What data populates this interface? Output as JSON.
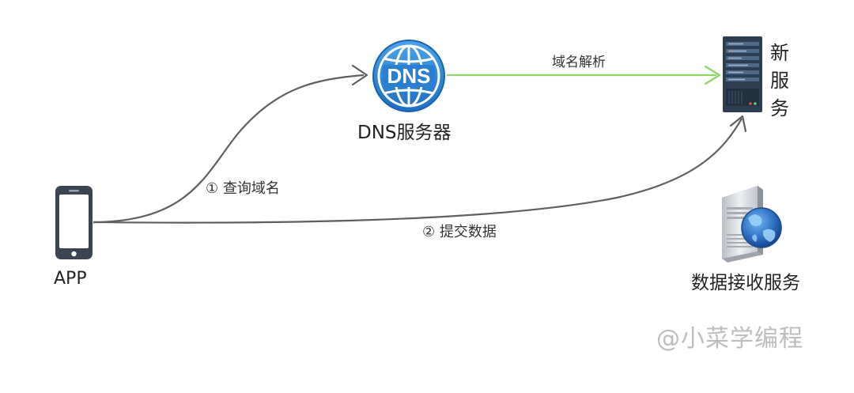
{
  "nodes": {
    "app": {
      "label": "APP"
    },
    "dns": {
      "label": "DNS服务器",
      "icon_text": "DNS",
      "icon": "globe-icon"
    },
    "new_service": {
      "label": "新服务",
      "icon": "server-rack-icon"
    },
    "receive_service": {
      "label": "数据接收服务",
      "icon": "web-server-globe-icon"
    }
  },
  "edges": {
    "query": {
      "label": "① 查询域名",
      "color": "#5f5f5f"
    },
    "submit": {
      "label": "② 提交数据",
      "color": "#5f5f5f"
    },
    "resolve": {
      "label": "域名解析",
      "color": "#8ed66a"
    }
  },
  "watermark": "@小菜学编程",
  "colors": {
    "dns_blue": "#2a7fd1",
    "server_dark": "#2d3e50",
    "phone_dark": "#3b4450"
  }
}
